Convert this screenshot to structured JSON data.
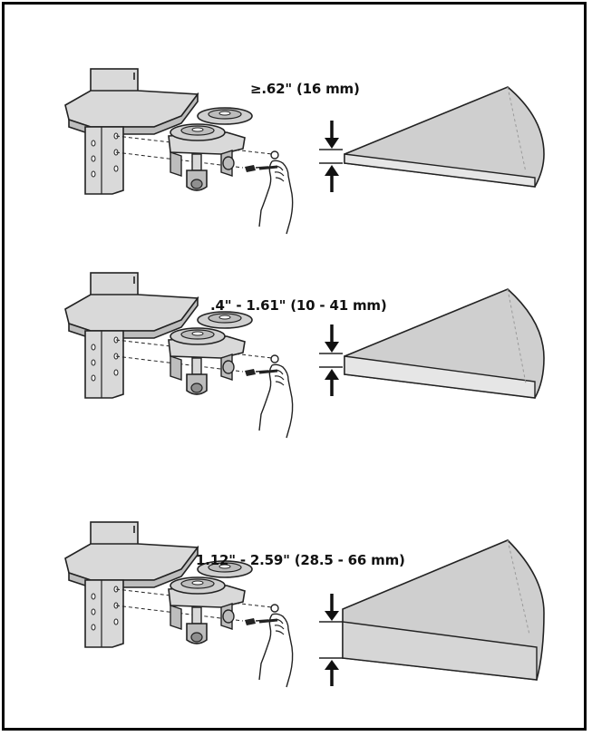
{
  "colors": {
    "stroke": "#222222",
    "part_fill": "#d9d9d9",
    "part_dark": "#a8a8a8",
    "desk_fill": "#cfcfcf",
    "desk_edge": "#eaeaea"
  },
  "icons": [
    "down-arrow-icon",
    "up-arrow-icon",
    "hand-icon",
    "screw-icon"
  ],
  "panels": [
    {
      "label": "≥.62\" (16 mm)"
    },
    {
      "label": ".4\" - 1.61\" (10 - 41 mm)"
    },
    {
      "label": "1.12\" - 2.59\" (28.5 - 66 mm)"
    }
  ]
}
